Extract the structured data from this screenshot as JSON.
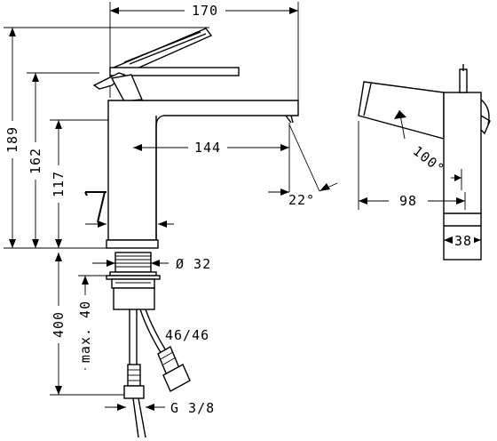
{
  "dimensions": {
    "width_top": "170",
    "height_total": "189",
    "height_lever": "162",
    "height_spout": "117",
    "spout_reach": "144",
    "spout_angle": "22°",
    "lever_angle": "100°",
    "side_depth": "98",
    "side_width": "38",
    "thread_diameter": "Ø 32",
    "max_thickness": "max. 40",
    "hose_length": "400",
    "hose_pair": "46/46",
    "connection": "G 3/8"
  }
}
